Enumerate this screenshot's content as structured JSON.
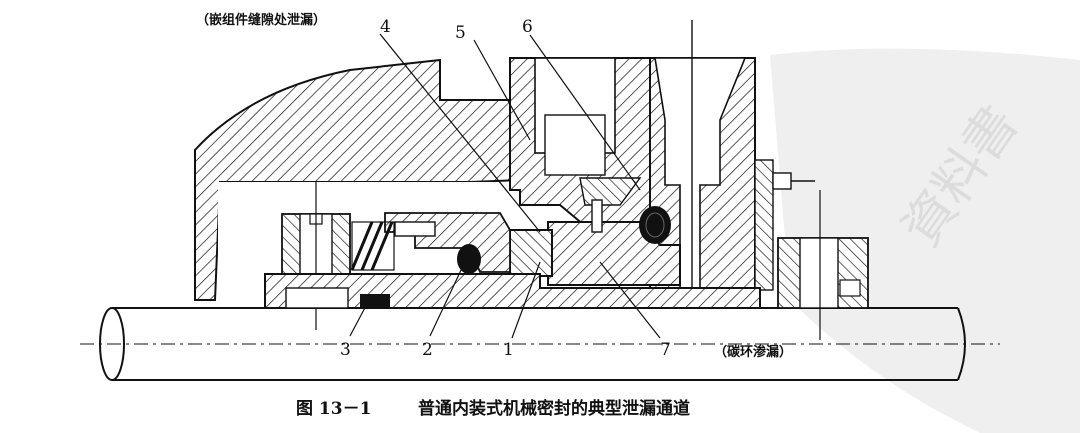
{
  "annotations": {
    "top_leak": "（嵌组件缝隙处泄漏）",
    "carbon_leak": "（碳环渗漏）"
  },
  "part_labels": [
    "4",
    "5",
    "6",
    "3",
    "2",
    "1",
    "7"
  ],
  "caption": {
    "number": "图 13－1",
    "title": "普通内装式机械密封的典型泄漏通道"
  },
  "watermark": {
    "text": "資料書"
  }
}
